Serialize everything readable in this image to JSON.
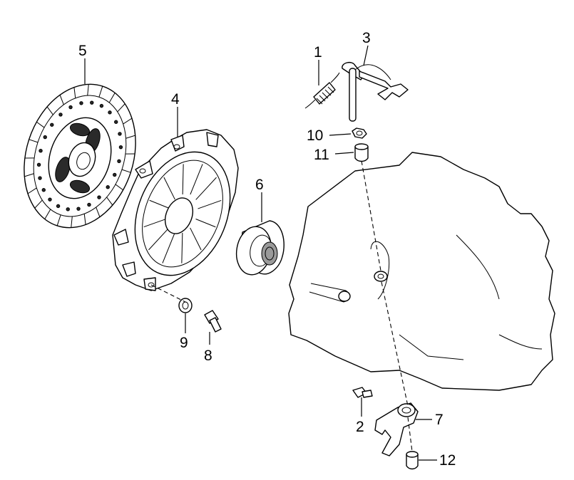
{
  "callouts": [
    {
      "id": "1",
      "label": "1"
    },
    {
      "id": "2",
      "label": "2"
    },
    {
      "id": "3",
      "label": "3"
    },
    {
      "id": "4",
      "label": "4"
    },
    {
      "id": "5",
      "label": "5"
    },
    {
      "id": "6",
      "label": "6"
    },
    {
      "id": "7",
      "label": "7"
    },
    {
      "id": "8",
      "label": "8"
    },
    {
      "id": "9",
      "label": "9"
    },
    {
      "id": "10",
      "label": "10"
    },
    {
      "id": "11",
      "label": "11"
    },
    {
      "id": "12",
      "label": "12"
    }
  ],
  "colors": {
    "line": "#000000",
    "background": "#ffffff",
    "facing": "#2a2a2a"
  }
}
